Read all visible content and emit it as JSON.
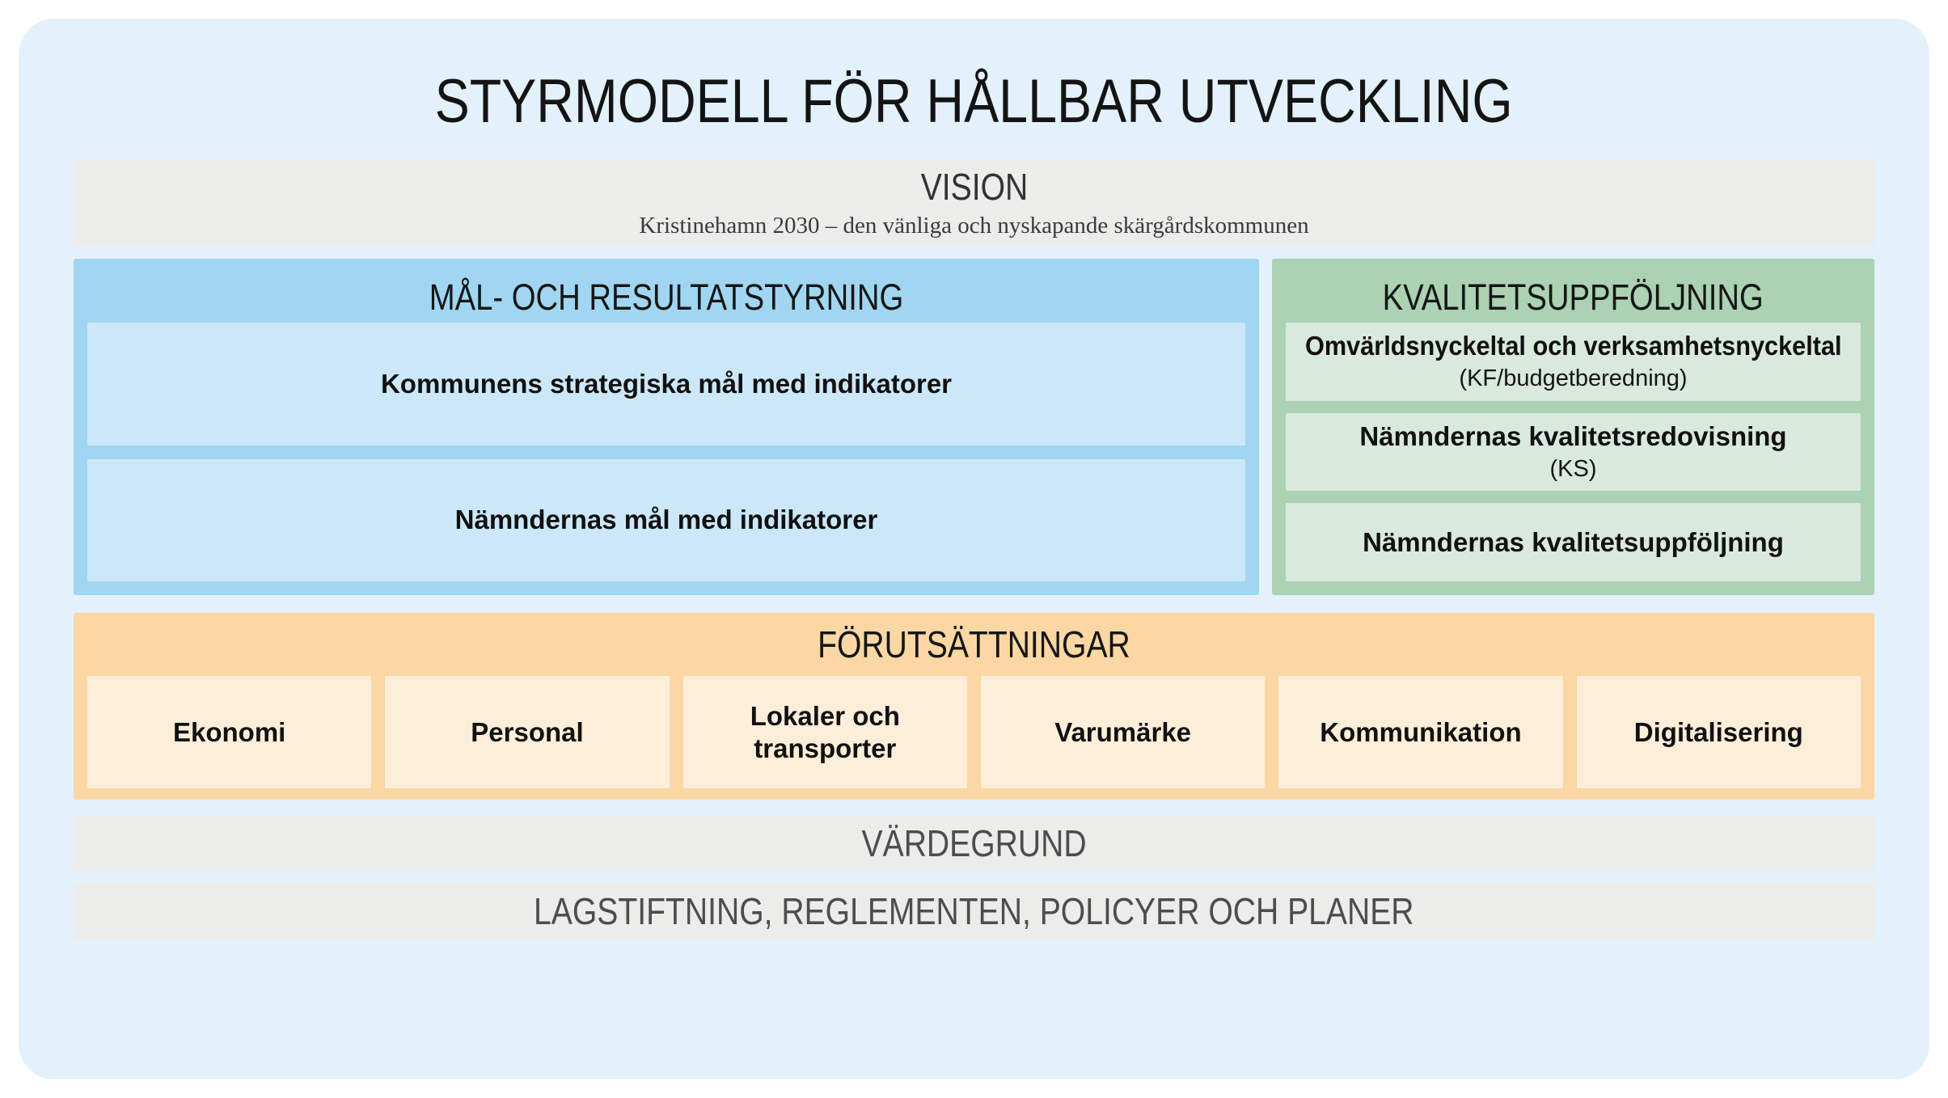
{
  "title": "STYRMODELL FÖR HÅLLBAR UTVECKLING",
  "vision": {
    "heading": "VISION",
    "subtitle": "Kristinehamn 2030 – den vänliga och nyskapande skärgårdskommunen"
  },
  "goals": {
    "heading": "MÅL- OCH RESULTATSTYRNING",
    "items": [
      {
        "label": "Kommunens strategiska mål med indikatorer"
      },
      {
        "label": "Nämndernas mål med indikatorer"
      }
    ]
  },
  "quality": {
    "heading": "KVALITETSUPPFÖLJNING",
    "items": [
      {
        "label": "Omvärldsnyckeltal och verksamhetsnyckeltal",
        "sublabel": "(KF/budgetberedning)"
      },
      {
        "label": "Nämndernas kvalitetsredovisning",
        "sublabel": "(KS)"
      },
      {
        "label": "Nämndernas kvalitetsuppföljning",
        "sublabel": ""
      }
    ]
  },
  "prerequisites": {
    "heading": "FÖRUTSÄTTNINGAR",
    "items": [
      "Ekonomi",
      "Personal",
      "Lokaler och transporter",
      "Varumärke",
      "Kommunikation",
      "Digitalisering"
    ]
  },
  "bars": {
    "values": "VÄRDEGRUND",
    "legislation": "LAGSTIFTNING, REGLEMENTEN, POLICYER OCH PLANER"
  },
  "colors": {
    "page_background": "#ffffff",
    "canvas_background": "#e3f1fb",
    "gray_bar": "#ececeb",
    "gray_bar_text": "#4d4d4d",
    "blue_panel": "#a0d6f1",
    "blue_item": "#cce8f8",
    "green_panel": "#aad2b3",
    "green_item": "#d9e9dd",
    "orange_panel": "#fad7a3",
    "orange_item": "#fdeeda",
    "text_dark": "#141414"
  }
}
